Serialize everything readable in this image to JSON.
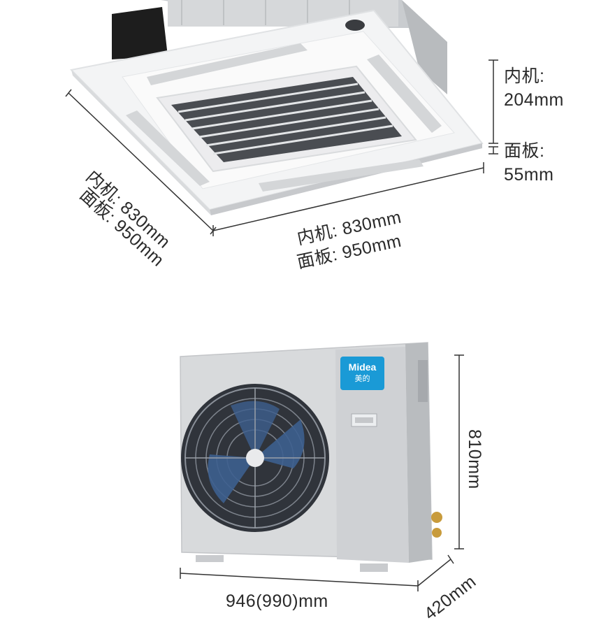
{
  "indoor": {
    "height_unit_label": "内机:",
    "height_unit_value": "204mm",
    "height_panel_label": "面板:",
    "height_panel_value": "55mm",
    "side_unit": "内机: 830mm",
    "side_panel": "面板: 950mm",
    "front_unit": "内机: 830mm",
    "front_panel": "面板: 950mm"
  },
  "outdoor": {
    "brand": "Midea",
    "brand_cn": "美的",
    "height": "810mm",
    "width": "946(990)mm",
    "depth": "420mm",
    "brand_color": "#1a9ad6"
  }
}
